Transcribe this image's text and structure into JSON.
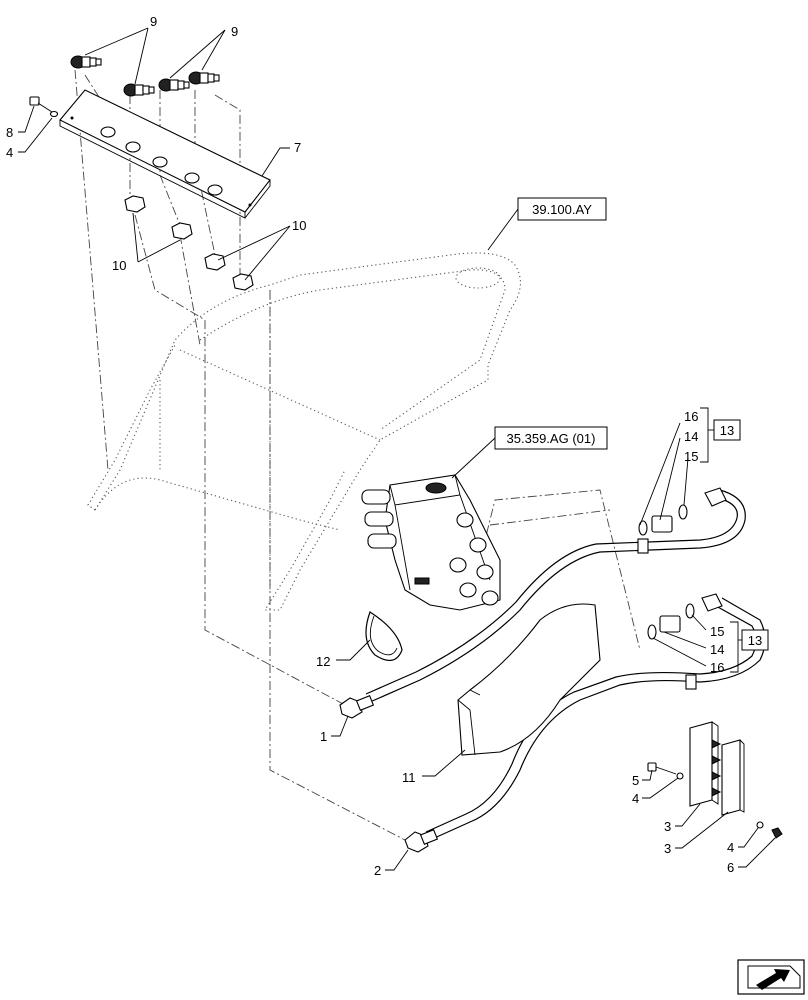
{
  "diagram": {
    "type": "exploded-parts-diagram",
    "reference_labels": {
      "frame_ref": "39.100.AY",
      "valve_ref": "35.359.AG (01)",
      "group_ref_upper": "13",
      "group_ref_lower": "13"
    },
    "callouts": {
      "c9_left": "9",
      "c9_right": "9",
      "c8": "8",
      "c4_top": "4",
      "c7": "7",
      "c10_left": "10",
      "c10_right": "10",
      "c16_upper": "16",
      "c14_upper": "14",
      "c15_upper": "15",
      "c15_lower": "15",
      "c14_lower": "14",
      "c16_lower": "16",
      "c12": "12",
      "c1": "1",
      "c11": "11",
      "c5": "5",
      "c4_mid": "4",
      "c3_upper": "3",
      "c3_lower": "3",
      "c4_low": "4",
      "c6": "6",
      "c2": "2"
    },
    "nav_icon": "next-page-arrow-icon"
  }
}
